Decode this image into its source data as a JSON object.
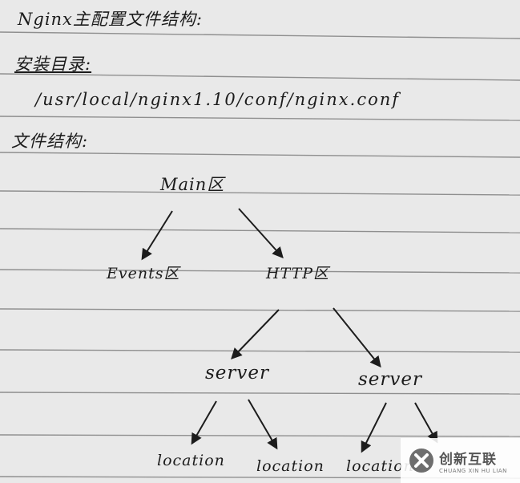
{
  "notes": {
    "title": "Nginx主配置文件结构:",
    "install_label": "安装目录:",
    "install_path": "/usr/local/nginx1.10/conf/nginx.conf",
    "structure_label": "文件结构:"
  },
  "tree": {
    "root": "Main区",
    "events": "Events区",
    "http": "HTTP区",
    "server_left": "server",
    "server_right": "server",
    "location_1": "location",
    "location_2": "location",
    "location_3": "location"
  },
  "watermark": {
    "cn": "创新互联",
    "en": "CHUANG XIN HU LIAN"
  },
  "colors": {
    "paper": "#e9e9e9",
    "ruling": "#8f8f8f",
    "ink": "#1c1c1c"
  }
}
